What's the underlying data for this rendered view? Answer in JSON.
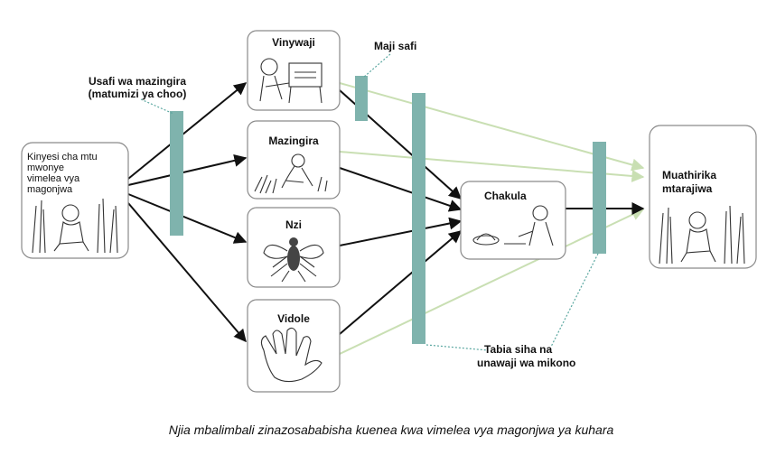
{
  "source_label": [
    "Kinyesi cha mtu",
    "mwonye",
    "vimelea vya",
    "magonjwa"
  ],
  "nodes": {
    "vinywaji": "Vinywaji",
    "mazingira": "Mazingira",
    "nzi": "Nzi",
    "vidole": "Vidole",
    "chakula": "Chakula"
  },
  "target_label": [
    "Muathirika",
    "mtarajiwa"
  ],
  "barriers": {
    "sanitation": [
      "Usafi wa mazingira",
      "(matumizi ya choo)"
    ],
    "safe_water": "Maji safi",
    "hygiene": [
      "Tabia siha na",
      "unawaji wa mikono"
    ]
  },
  "caption": "Njia mbalimbali zinazosababisha kuenea kwa vimelea vya magonjwa ya kuhara",
  "colors": {
    "barrier": "#7fb3ad",
    "blocked_path": "#c9dfb3",
    "open_path": "#111111"
  },
  "icons": {
    "source": "child-in-grass-icon",
    "vinywaji": "person-drinking-icon",
    "mazingira": "person-crouching-field-icon",
    "nzi": "fly-icon",
    "vidole": "hand-icon",
    "chakula": "person-eating-icon",
    "target": "child-in-grass-icon"
  }
}
